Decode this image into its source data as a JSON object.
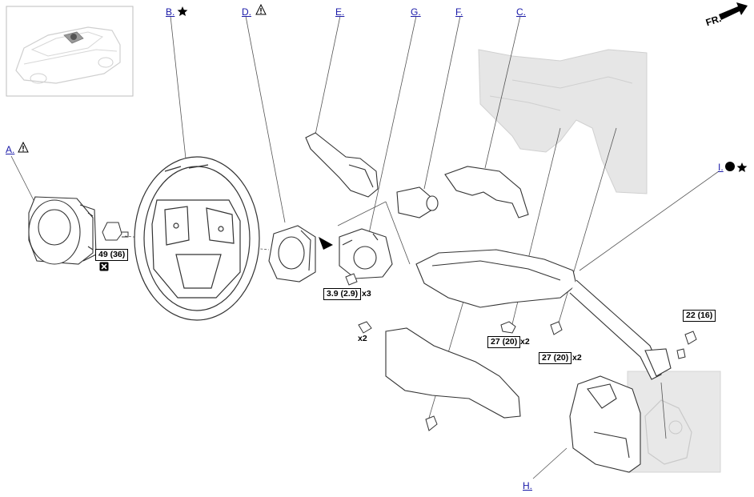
{
  "direction": {
    "label": "FR."
  },
  "callouts": {
    "a": "A.",
    "b": "B.",
    "c": "C.",
    "d": "D.",
    "e": "E.",
    "f": "F.",
    "g": "G.",
    "h": "H.",
    "i": "I."
  },
  "torques": {
    "airbag_bolt": "49 (36)",
    "switch_screw": "3.9 (2.9)",
    "column_nut": "27 (20)",
    "column_bolt": "27 (20)",
    "joint_bolt": "22 (16)"
  },
  "quantities": {
    "switch_screw": "x3",
    "column_nut": "x2",
    "column_bolt": "x2",
    "cover_screw": "x2"
  },
  "colors": {
    "link": "#1a1aa8",
    "line": "#333333",
    "part_fill": "#ffffff",
    "ghost": "#d9d9d9"
  },
  "icons": {
    "warning": "warning-triangle-icon",
    "replace": "star-icon",
    "one_time_use": "black-circle-icon",
    "do_not_reuse": "x-box-icon"
  }
}
